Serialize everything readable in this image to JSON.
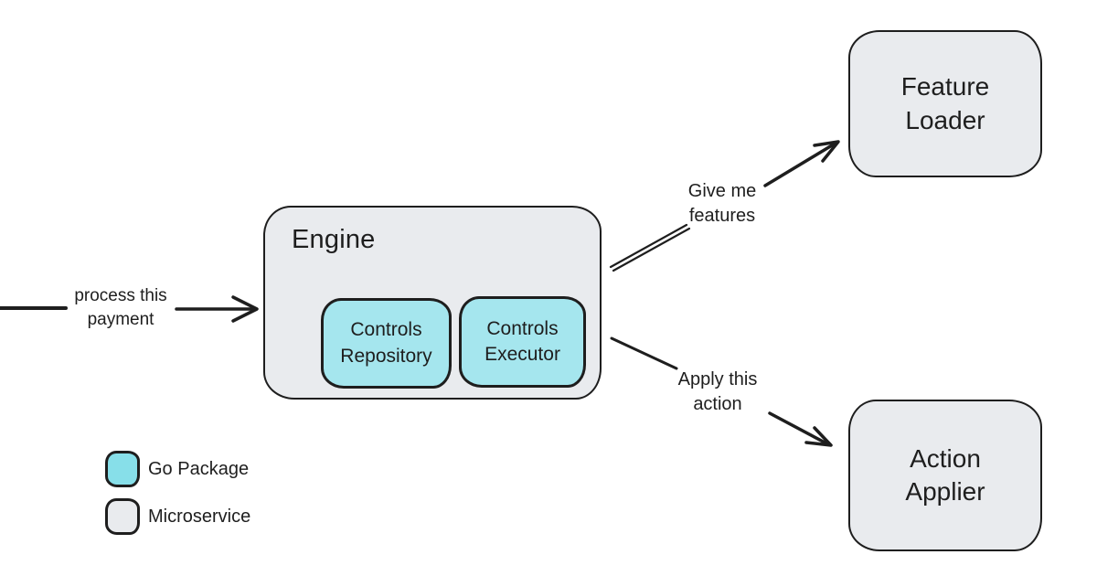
{
  "diagram": {
    "colors": {
      "background": "#ffffff",
      "stroke": "#1e1e1e",
      "text": "#1e1e1e",
      "microservice_fill": "#e9ebee",
      "go_package_fill": "#a5e6ee",
      "legend_go_fill": "#87dfe9"
    },
    "nodes": {
      "engine": {
        "label": "Engine"
      },
      "controls_repository": {
        "label": "Controls Repository"
      },
      "controls_executor": {
        "label": "Controls Executor"
      },
      "feature_loader": {
        "label": "Feature Loader"
      },
      "action_applier": {
        "label": "Action Applier"
      }
    },
    "edges": {
      "process_payment": {
        "label": "process this payment"
      },
      "give_me_features": {
        "label": "Give me features"
      },
      "apply_this_action": {
        "label": "Apply this action"
      }
    },
    "legend": {
      "items": [
        {
          "key": "go-package",
          "label": "Go Package"
        },
        {
          "key": "microservice",
          "label": "Microservice"
        }
      ]
    }
  }
}
